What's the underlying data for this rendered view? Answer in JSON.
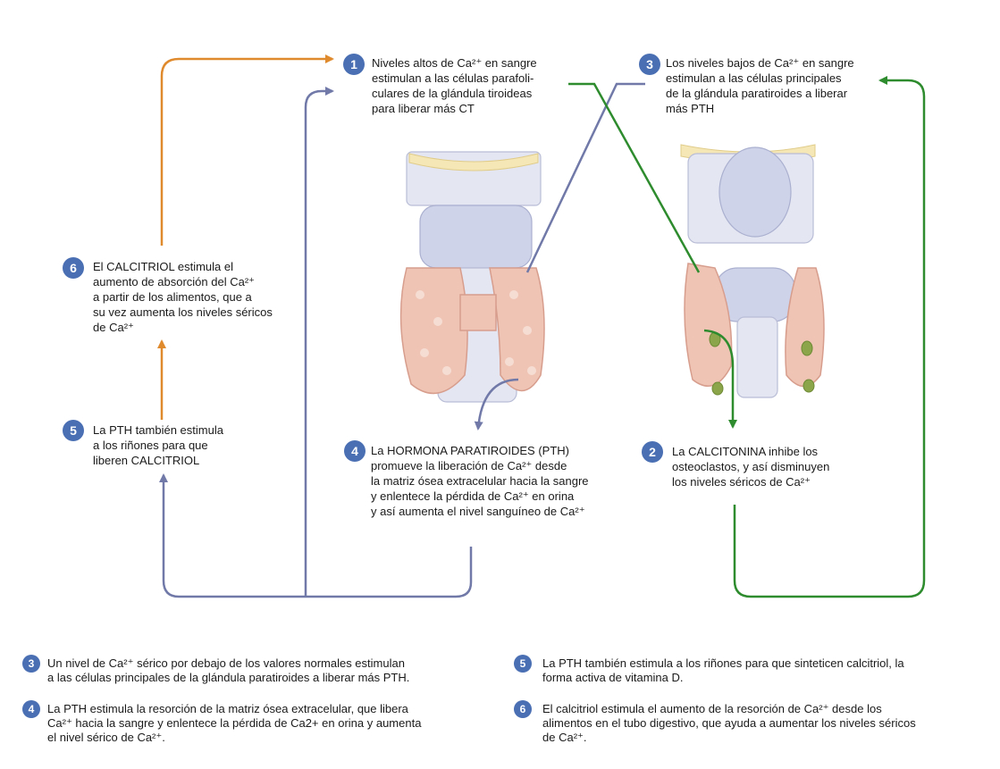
{
  "steps": [
    {
      "num": "1",
      "text": "Niveles altos de Ca²⁺ en sangre\nestimulan a las células parafoli-\nculares de la glándula tiroideas\npara liberar más CT"
    },
    {
      "num": "2",
      "text": "La CALCITONINA inhibe los\nosteoclastos, y así disminuyen\nlos niveles séricos de Ca²⁺"
    },
    {
      "num": "3",
      "text": "Los niveles bajos de Ca²⁺ en sangre\nestimulan a las células principales\nde la glándula paratiroides a liberar\nmás PTH"
    },
    {
      "num": "4",
      "text": "La HORMONA PARATIROIDES (PTH)\npromueve la liberación de Ca²⁺ desde\nla matriz ósea extracelular hacia la sangre\ny enlentece la pérdida de Ca²⁺ en orina\ny así aumenta el nivel sanguíneo de Ca²⁺"
    },
    {
      "num": "5",
      "text": "La PTH también estimula\na los riñones para que\nliberen CALCITRIOL"
    },
    {
      "num": "6",
      "text": "El CALCITRIOL estimula el\naumento de absorción del Ca²⁺\na partir de los alimentos, que a\nsu vez aumenta los niveles séricos\nde Ca²⁺"
    }
  ],
  "notes": [
    {
      "num": "3",
      "text": "Un nivel de Ca²⁺ sérico por debajo de los valores normales estimulan\na las células principales de la glándula paratiroides a liberar más PTH."
    },
    {
      "num": "4",
      "text": "La PTH estimula la resorción de la matriz ósea extracelular, que libera\nCa²⁺ hacia la sangre y enlentece la pérdida de Ca2+ en orina y aumenta\nel nivel sérico de Ca²⁺."
    },
    {
      "num": "5",
      "text": "La PTH también estimula a los riñones para que sinteticen calcitriol, la\nforma activa de vitamina D."
    },
    {
      "num": "6",
      "text": "El calcitriol estimula el aumento de la resorción de Ca²⁺ desde los\nalimentos en el tubo digestivo, que ayuda a aumentar los niveles séricos\nde Ca²⁺."
    }
  ],
  "colors": {
    "badge": "#4a6fb3",
    "arrow_orange": "#e08a2e",
    "arrow_blue": "#7079a8",
    "arrow_green": "#2e8b2e"
  }
}
